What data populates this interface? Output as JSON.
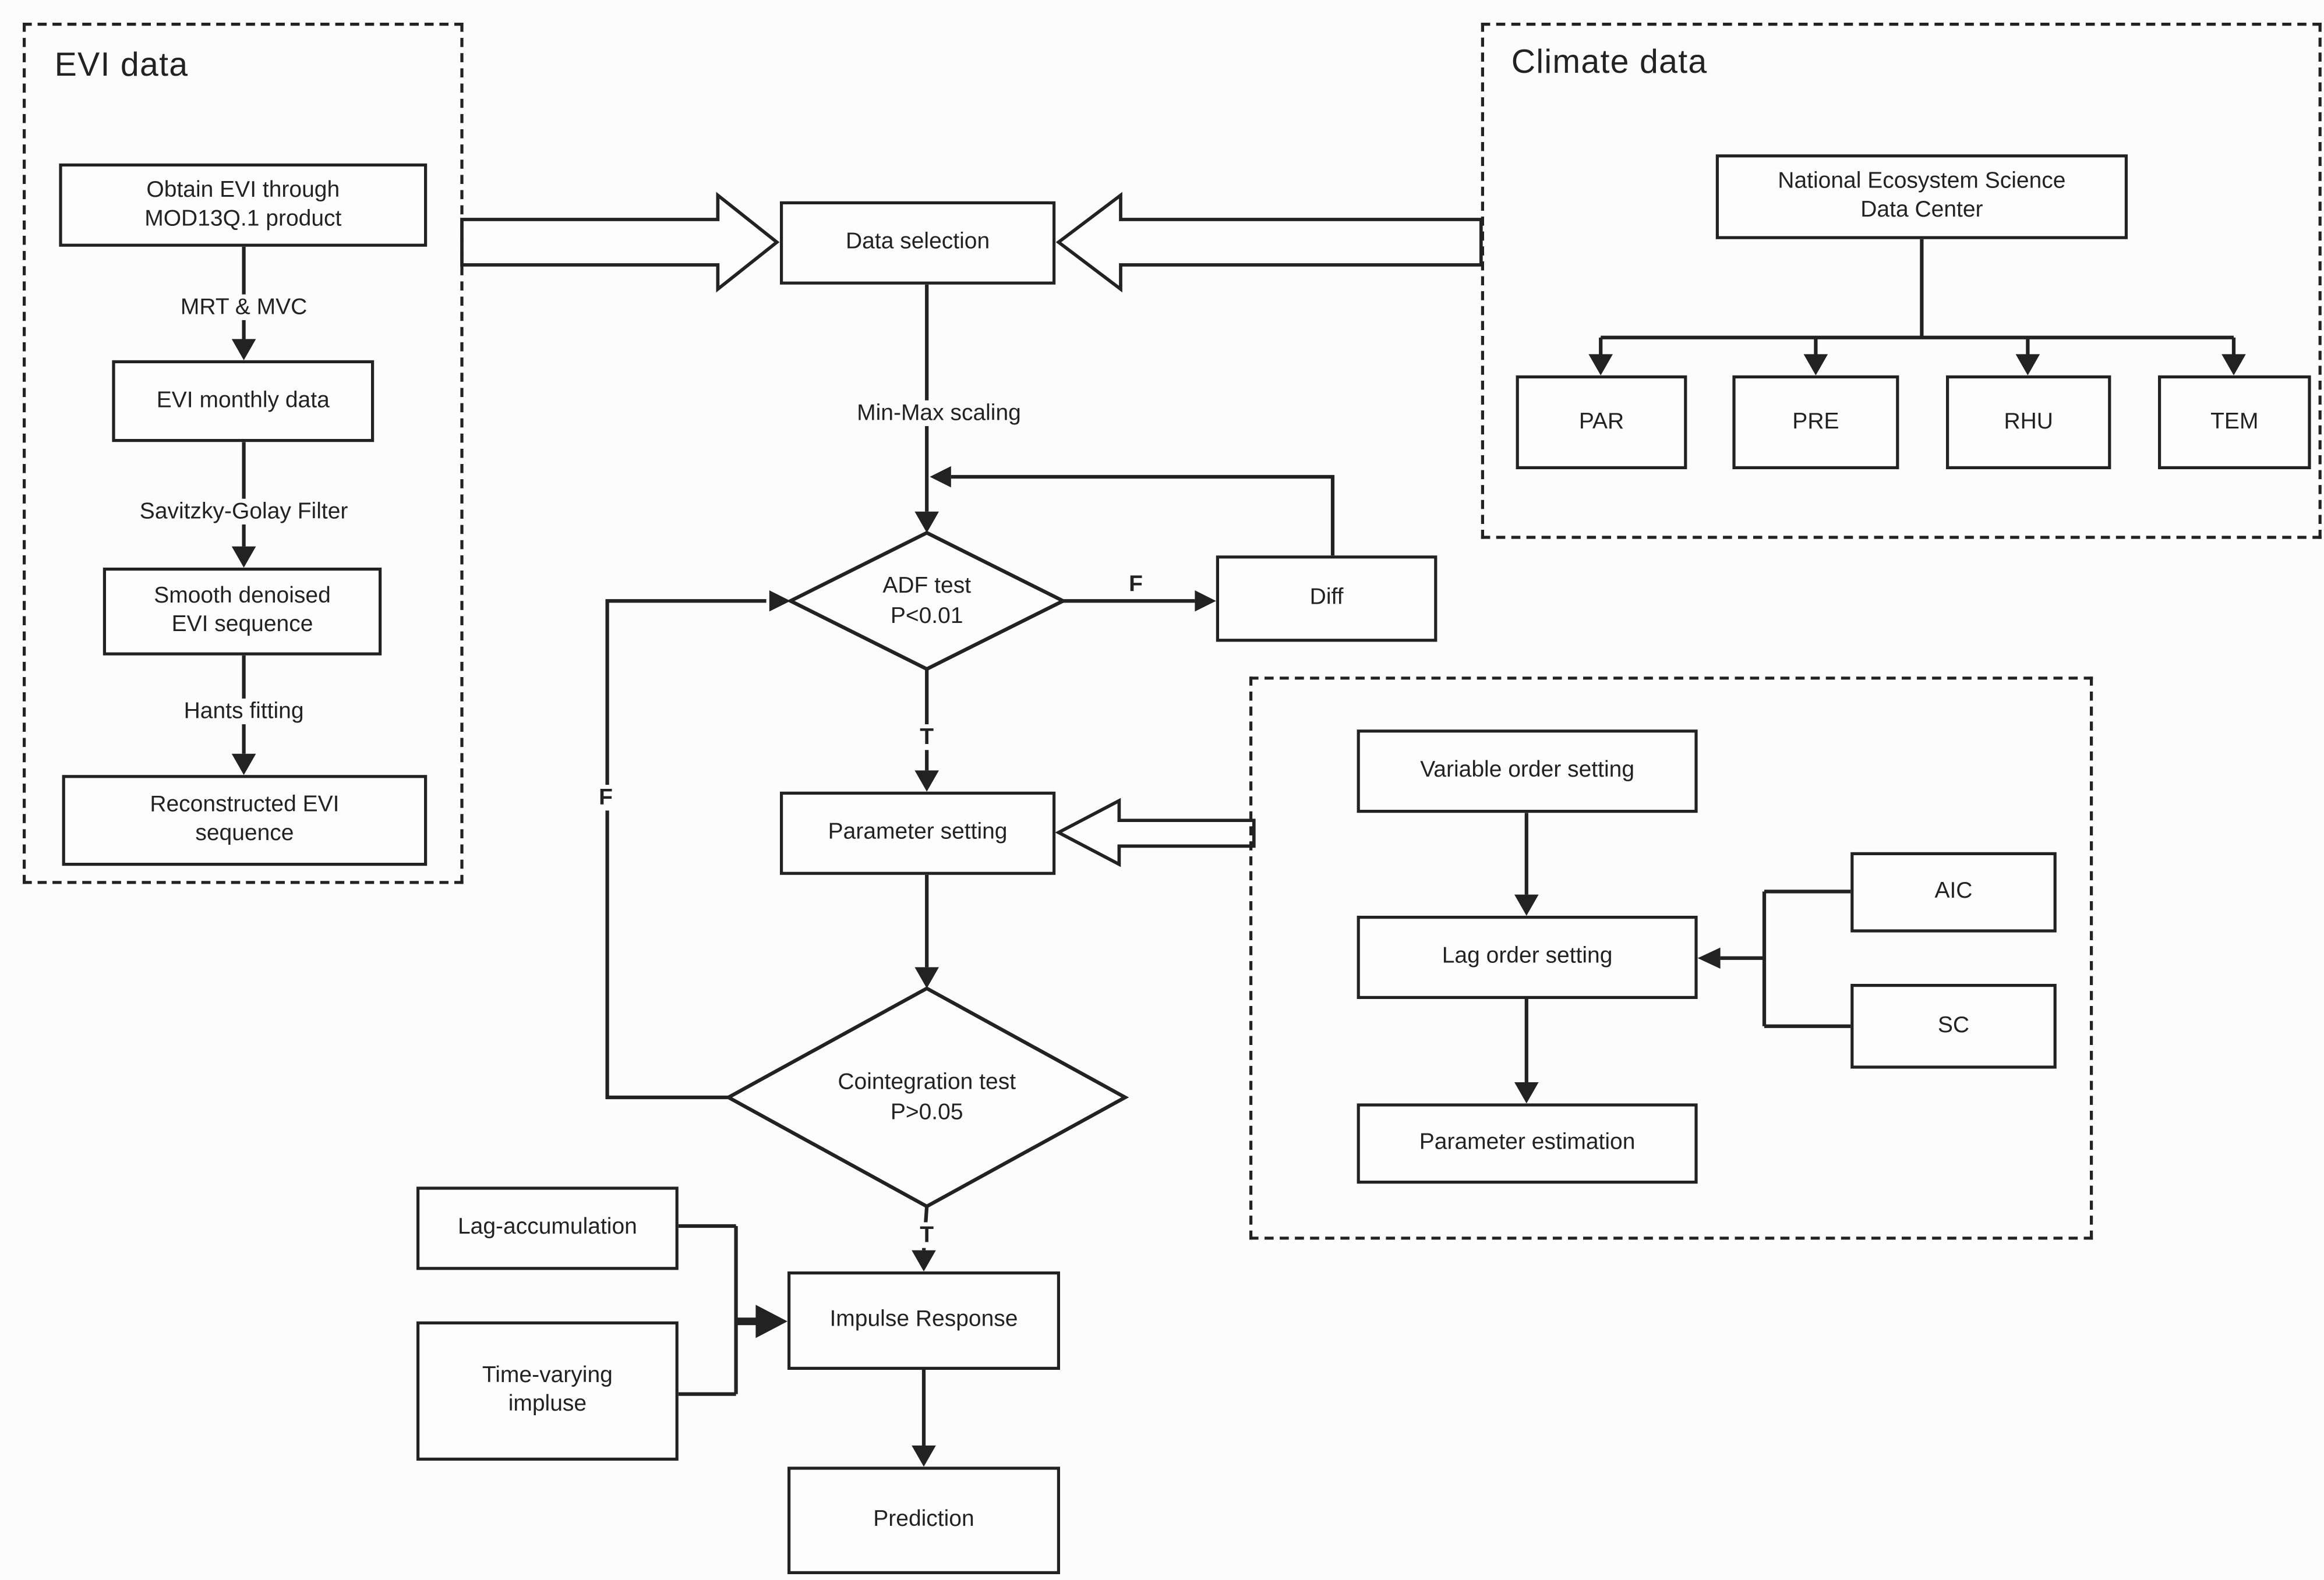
{
  "diagram": {
    "colors": {
      "line": "#222222",
      "canvas_bg": "#fcfcfc",
      "node_fill": "#fdfdfd"
    },
    "groups": {
      "evi": {
        "title": "EVI data"
      },
      "climate": {
        "title": "Climate data"
      }
    },
    "nodes": {
      "obtain_evi": {
        "line1": "Obtain EVI through",
        "line2": "MOD13Q.1 product"
      },
      "evi_monthly": {
        "label": "EVI monthly data"
      },
      "smooth_denoised": {
        "line1": "Smooth denoised",
        "line2": "EVI sequence"
      },
      "reconstructed": {
        "line1": "Reconstructed EVI",
        "line2": "sequence"
      },
      "nesdc": {
        "line1": "National Ecosystem Science",
        "line2": "Data Center"
      },
      "par": {
        "label": "PAR"
      },
      "pre": {
        "label": "PRE"
      },
      "rhu": {
        "label": "RHU"
      },
      "tem": {
        "label": "TEM"
      },
      "data_selection": {
        "label": "Data selection"
      },
      "adf": {
        "line1": "ADF test",
        "line2": "P<0.01"
      },
      "diff": {
        "label": "Diff"
      },
      "parameter_setting": {
        "label": "Parameter setting"
      },
      "cointegration": {
        "line1": "Cointegration test",
        "line2": "P>0.05"
      },
      "variable_order": {
        "label": "Variable order setting"
      },
      "lag_order": {
        "label": "Lag order setting"
      },
      "aic": {
        "label": "AIC"
      },
      "sc": {
        "label": "SC"
      },
      "parameter_estimation": {
        "label": "Parameter estimation"
      },
      "lag_accumulation": {
        "label": "Lag-accumulation"
      },
      "time_varying": {
        "line1": "Time-varying",
        "line2": "impluse"
      },
      "impulse_response": {
        "label": "Impulse Response"
      },
      "prediction": {
        "label": "Prediction"
      }
    },
    "edge_labels": {
      "mrt": "MRT & MVC",
      "savitzky": "Savitzky-Golay Filter",
      "hants": "Hants fitting",
      "minmax": "Min-Max scaling",
      "adf_false": "F",
      "adf_true": "T",
      "coint_false": "F",
      "coint_true": "T"
    }
  }
}
